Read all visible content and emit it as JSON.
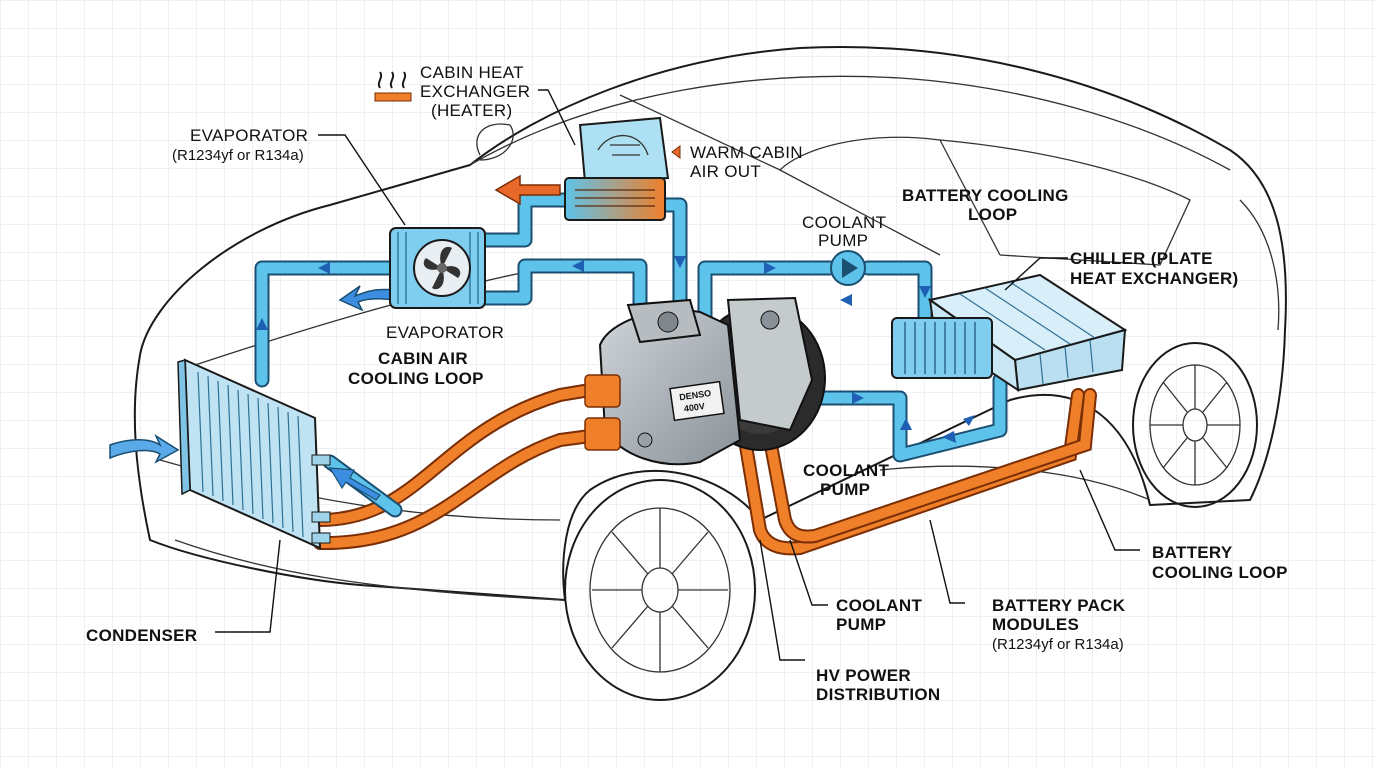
{
  "colors": {
    "grid": "#dde3ea",
    "coolant": "#5ec3ea",
    "coolant_dark": "#1b4f72",
    "hv_cable": "#f07f2a",
    "arrow_blue": "#1f5fb4",
    "arrow_orange": "#e8692a",
    "outline": "#1a1a1a"
  },
  "labels": {
    "cabin_heat_exchanger": [
      "CABIN HEAT",
      "EXCHANGER",
      "(HEATER)"
    ],
    "evaporator_top": {
      "title": "EVAPORATOR",
      "sub": "(R1234yf or R134a)"
    },
    "warm_cabin_air": [
      "WARM CABIN",
      "AIR OUT"
    ],
    "battery_cooling_loop_top": [
      "BATTERY COOLING",
      "LOOP"
    ],
    "coolant_pump_top": [
      "COOLANT",
      "PUMP"
    ],
    "chiller": [
      "CHILLER (PLATE",
      "HEAT EXCHANGER)"
    ],
    "evaporator_mid": "EVAPORATOR",
    "cabin_air_cooling_loop": [
      "CABIN AIR",
      "COOLING LOOP"
    ],
    "coolant_pump_mid": [
      "COOLANT",
      "PUMP"
    ],
    "compressor_badge": [
      "DENSO",
      "400V"
    ],
    "battery_cooling_loop_right": [
      "BATTERY",
      "COOLING LOOP"
    ],
    "coolant_pump_bottom": [
      "COOLANT",
      "PUMP"
    ],
    "battery_pack_modules": {
      "title": [
        "BATTERY PACK",
        "MODULES"
      ],
      "sub": "(R1234yf or R134a)"
    },
    "condenser": "CONDENSER",
    "hv_power_distribution": [
      "HV POWER",
      "DISTRIBUTION"
    ]
  },
  "icons": [
    "heat-waves-icon",
    "fan-icon",
    "pump-icon",
    "flow-arrow-icon"
  ]
}
